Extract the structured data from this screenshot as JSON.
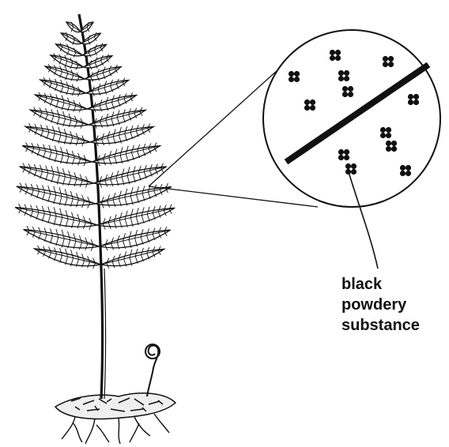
{
  "diagram": {
    "subject": "fern plant with magnified leaflet underside",
    "callout_label_lines": [
      "black",
      "powdery",
      "substance"
    ],
    "ink_color": "#111111",
    "background_color": "#ffffff"
  }
}
